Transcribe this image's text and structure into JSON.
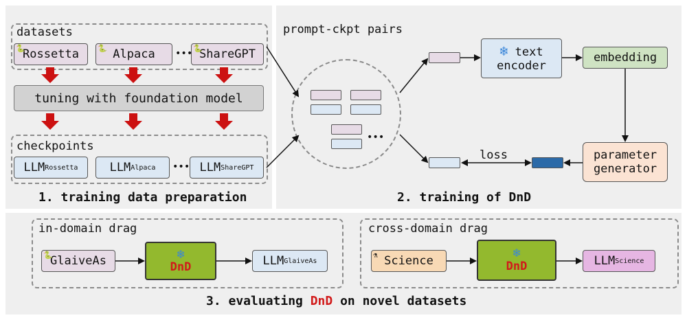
{
  "section1": {
    "datasets_label": "datasets",
    "datasets": [
      "Rossetta",
      "Alpaca",
      "ShareGPT"
    ],
    "ellipsis": "•••",
    "tuning_label": "tuning with foundation model",
    "checkpoints_label": "checkpoints",
    "llm_prefix": "LLM",
    "checkpoint_subs": [
      "Rossetta",
      "Alpaca",
      "ShareGPT"
    ],
    "title": "1. training data preparation"
  },
  "section2": {
    "pairs_label": "prompt-ckpt pairs",
    "circle_ellipsis": "•••",
    "text_encoder": "text encoder",
    "text_encoder_l1": "text",
    "text_encoder_l2": "encoder",
    "embedding": "embedding",
    "loss": "loss",
    "generator_l1": "parameter",
    "generator_l2": "generator",
    "title": "2. training of DnD"
  },
  "section3": {
    "in_domain_label": "in-domain drag",
    "in_domain_input": "GlaiveAs",
    "in_domain_output_sub": "GlaiveAs",
    "cross_domain_label": "cross-domain drag",
    "cross_domain_input": "Science",
    "cross_domain_output_sub": "Science",
    "dnd": "DnD",
    "title_pre": "3. evaluating ",
    "title_dnd": "DnD",
    "title_post": " on novel datasets"
  },
  "colors": {
    "dnd_red": "#d11a1a",
    "arrow_red": "#cc1111",
    "lime": "#93b92e",
    "snow_blue": "#3a86d9"
  },
  "icons": {
    "snowflake": "snowflake-icon",
    "python": "python-logo-icon",
    "science": "science-icon"
  }
}
